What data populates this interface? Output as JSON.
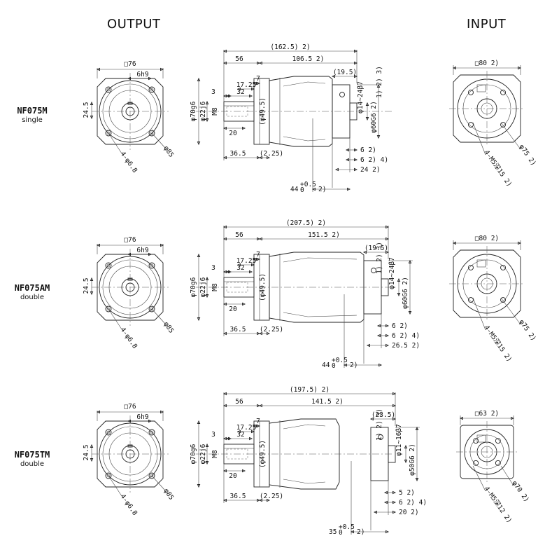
{
  "headers": {
    "output": "OUTPUT",
    "input": "INPUT"
  },
  "models": [
    {
      "name": "NF075M",
      "type": "single",
      "front": {
        "square": "□76",
        "key": "6h9",
        "offset": "24.5",
        "holes": "4-φ6.8",
        "pcd": "φ85"
      },
      "side": {
        "total": "(162.5)  2)",
        "d56": "56",
        "body": "106.5  2)",
        "tail": "(19.5)",
        "d1725": "17.25",
        "d7": "7",
        "d3": "3",
        "d32": "32",
        "d20": "20",
        "d365": "36.5",
        "d225": "(2.25)",
        "shaft": "φ22j6",
        "pilot": "φ70g6",
        "m8": "M8",
        "d495": "(φ49.5)",
        "notes": "1) 2) 3)",
        "bore": "φ14~24β7",
        "spigot": "φ60G6  2)",
        "r1": "6  2)",
        "r2": "6  2) 4)",
        "r3": "24  2)",
        "r4": "44",
        "r4tol": "+0.5",
        "r4tol0": "0",
        "r4n": "2)"
      },
      "input": {
        "square": "□80  2)",
        "holes": "4-M5深15  2)",
        "pcd": "φ75  2)"
      }
    },
    {
      "name": "NF075AM",
      "type": "double",
      "front": {
        "square": "□76",
        "key": "6h9",
        "offset": "24.5",
        "holes": "4-φ6.8",
        "pcd": "φ85"
      },
      "side": {
        "total": "(207.5)  2)",
        "d56": "56",
        "body": "151.5  2)",
        "tail": "(19.5)",
        "d1725": "17.25",
        "d7": "7",
        "d3": "3",
        "d32": "32",
        "d20": "20",
        "d365": "36.5",
        "d225": "(2.25)",
        "shaft": "φ22j6",
        "pilot": "φ70g6",
        "m8": "M8",
        "d495": "(φ49.5)",
        "notes": "1) 2) 3)",
        "bore": "φ14~24β7",
        "spigot": "φ60G6  2)",
        "r1": "6  2)",
        "r2": "6  2) 4)",
        "r3": "26.5  2)",
        "r4": "44",
        "r4tol": "+0.5",
        "r4tol0": "0",
        "r4n": "2)"
      },
      "input": {
        "square": "□80  2)",
        "holes": "4-M5深15  2)",
        "pcd": "φ75  2)"
      }
    },
    {
      "name": "NF075TM",
      "type": "double",
      "front": {
        "square": "□76",
        "key": "6h9",
        "offset": "24.5",
        "holes": "4-φ6.8",
        "pcd": "φ85"
      },
      "side": {
        "total": "(197.5)  2)",
        "d56": "56",
        "body": "141.5  2)",
        "tail": "(23.5)",
        "d1725": "17.25",
        "d7": "7",
        "d3": "3",
        "d32": "32",
        "d20": "20",
        "d365": "36.5",
        "d225": "(2.25)",
        "shaft": "φ22j6",
        "pilot": "φ70g6",
        "m8": "M8",
        "d495": "(φ49.5)",
        "notes": "1) 2) 3)",
        "bore": "φ11~16β7",
        "spigot": "φ50G6  2)",
        "r1": "5  2)",
        "r2": "6  2) 4)",
        "r3": "20  2)",
        "r4": "35",
        "r4tol": "+0.5",
        "r4tol0": "0",
        "r4n": "2)"
      },
      "input": {
        "square": "□63  2)",
        "holes": "4-M5深12  2)",
        "pcd": "φ70  2)"
      }
    }
  ]
}
